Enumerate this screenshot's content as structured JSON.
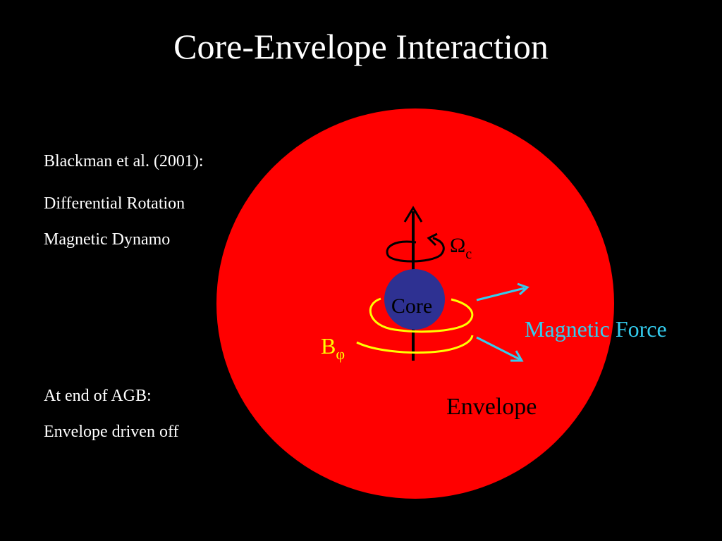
{
  "title": "Core-Envelope Interaction",
  "notes": {
    "reference": "Blackman et al. (2001):",
    "item1": "Differential Rotation",
    "item2": "Magnetic Dynamo",
    "agb_heading": "At end of AGB:",
    "agb_item": "Envelope driven off"
  },
  "diagram": {
    "core_label": "Core",
    "envelope_label": "Envelope",
    "magnetic_force_label": "Magnetic Force",
    "omega_symbol": "Ω",
    "omega_subscript": "c",
    "bfield_symbol": "B",
    "bfield_subscript": "φ"
  },
  "colors": {
    "background": "#000000",
    "envelope": "#ff0000",
    "core": "#2e3192",
    "field_lines": "#ffff00",
    "force_arrows": "#33ccee",
    "text": "#ffffff",
    "dark_text": "#000000"
  }
}
